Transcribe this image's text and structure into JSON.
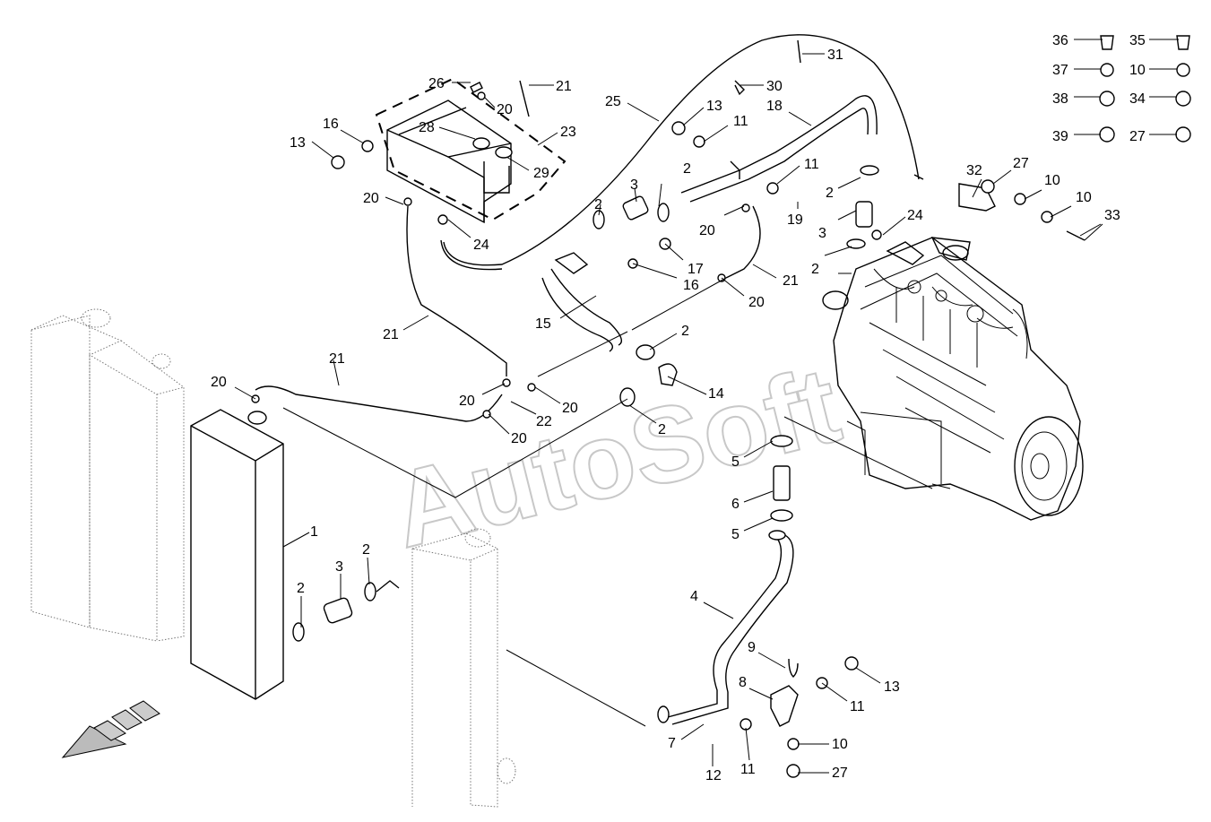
{
  "watermark": "AutoSoft",
  "colors": {
    "line": "#000000",
    "watermark_outline": "#c8c8c8",
    "radiator_dots": "#777777"
  },
  "callouts": [
    {
      "id": "c-36",
      "text": "36"
    },
    {
      "id": "c-35",
      "text": "35"
    },
    {
      "id": "c-37",
      "text": "37"
    },
    {
      "id": "c-10a",
      "text": "10"
    },
    {
      "id": "c-38",
      "text": "38"
    },
    {
      "id": "c-34",
      "text": "34"
    },
    {
      "id": "c-39",
      "text": "39"
    },
    {
      "id": "c-27a",
      "text": "27"
    },
    {
      "id": "c-31",
      "text": "31"
    },
    {
      "id": "c-30",
      "text": "30"
    },
    {
      "id": "c-26",
      "text": "26"
    },
    {
      "id": "c-21a",
      "text": "21"
    },
    {
      "id": "c-20a",
      "text": "20"
    },
    {
      "id": "c-25",
      "text": "25"
    },
    {
      "id": "c-13a",
      "text": "13"
    },
    {
      "id": "c-11a",
      "text": "11"
    },
    {
      "id": "c-18",
      "text": "18"
    },
    {
      "id": "c-16a",
      "text": "16"
    },
    {
      "id": "c-28",
      "text": "28"
    },
    {
      "id": "c-23",
      "text": "23"
    },
    {
      "id": "c-13b",
      "text": "13"
    },
    {
      "id": "c-29",
      "text": "29"
    },
    {
      "id": "c-2a",
      "text": "2"
    },
    {
      "id": "c-11b",
      "text": "11"
    },
    {
      "id": "c-3a",
      "text": "3"
    },
    {
      "id": "c-2b",
      "text": "2"
    },
    {
      "id": "c-2c",
      "text": "2"
    },
    {
      "id": "c-32",
      "text": "32"
    },
    {
      "id": "c-27b",
      "text": "27"
    },
    {
      "id": "c-10b",
      "text": "10"
    },
    {
      "id": "c-10c",
      "text": "10"
    },
    {
      "id": "c-33",
      "text": "33"
    },
    {
      "id": "c-20b",
      "text": "20"
    },
    {
      "id": "c-24a",
      "text": "24"
    },
    {
      "id": "c-20c",
      "text": "20"
    },
    {
      "id": "c-19",
      "text": "19"
    },
    {
      "id": "c-3b",
      "text": "3"
    },
    {
      "id": "c-24b",
      "text": "24"
    },
    {
      "id": "c-2d",
      "text": "2"
    },
    {
      "id": "c-17",
      "text": "17"
    },
    {
      "id": "c-21b",
      "text": "21"
    },
    {
      "id": "c-16b",
      "text": "16"
    },
    {
      "id": "c-20d",
      "text": "20"
    },
    {
      "id": "c-15",
      "text": "15"
    },
    {
      "id": "c-21c",
      "text": "21"
    },
    {
      "id": "c-2e",
      "text": "2"
    },
    {
      "id": "c-21d",
      "text": "21"
    },
    {
      "id": "c-20e",
      "text": "20"
    },
    {
      "id": "c-14",
      "text": "14"
    },
    {
      "id": "c-20f",
      "text": "20"
    },
    {
      "id": "c-20g",
      "text": "20"
    },
    {
      "id": "c-22",
      "text": "22"
    },
    {
      "id": "c-2f",
      "text": "2"
    },
    {
      "id": "c-20h",
      "text": "20"
    },
    {
      "id": "c-5a",
      "text": "5"
    },
    {
      "id": "c-6",
      "text": "6"
    },
    {
      "id": "c-5b",
      "text": "5"
    },
    {
      "id": "c-1",
      "text": "1"
    },
    {
      "id": "c-2g",
      "text": "2"
    },
    {
      "id": "c-3c",
      "text": "3"
    },
    {
      "id": "c-2h",
      "text": "2"
    },
    {
      "id": "c-4",
      "text": "4"
    },
    {
      "id": "c-9",
      "text": "9"
    },
    {
      "id": "c-13c",
      "text": "13"
    },
    {
      "id": "c-8",
      "text": "8"
    },
    {
      "id": "c-11c",
      "text": "11"
    },
    {
      "id": "c-10d",
      "text": "10"
    },
    {
      "id": "c-7",
      "text": "7"
    },
    {
      "id": "c-11d",
      "text": "11"
    },
    {
      "id": "c-27c",
      "text": "27"
    },
    {
      "id": "c-12",
      "text": "12"
    }
  ]
}
